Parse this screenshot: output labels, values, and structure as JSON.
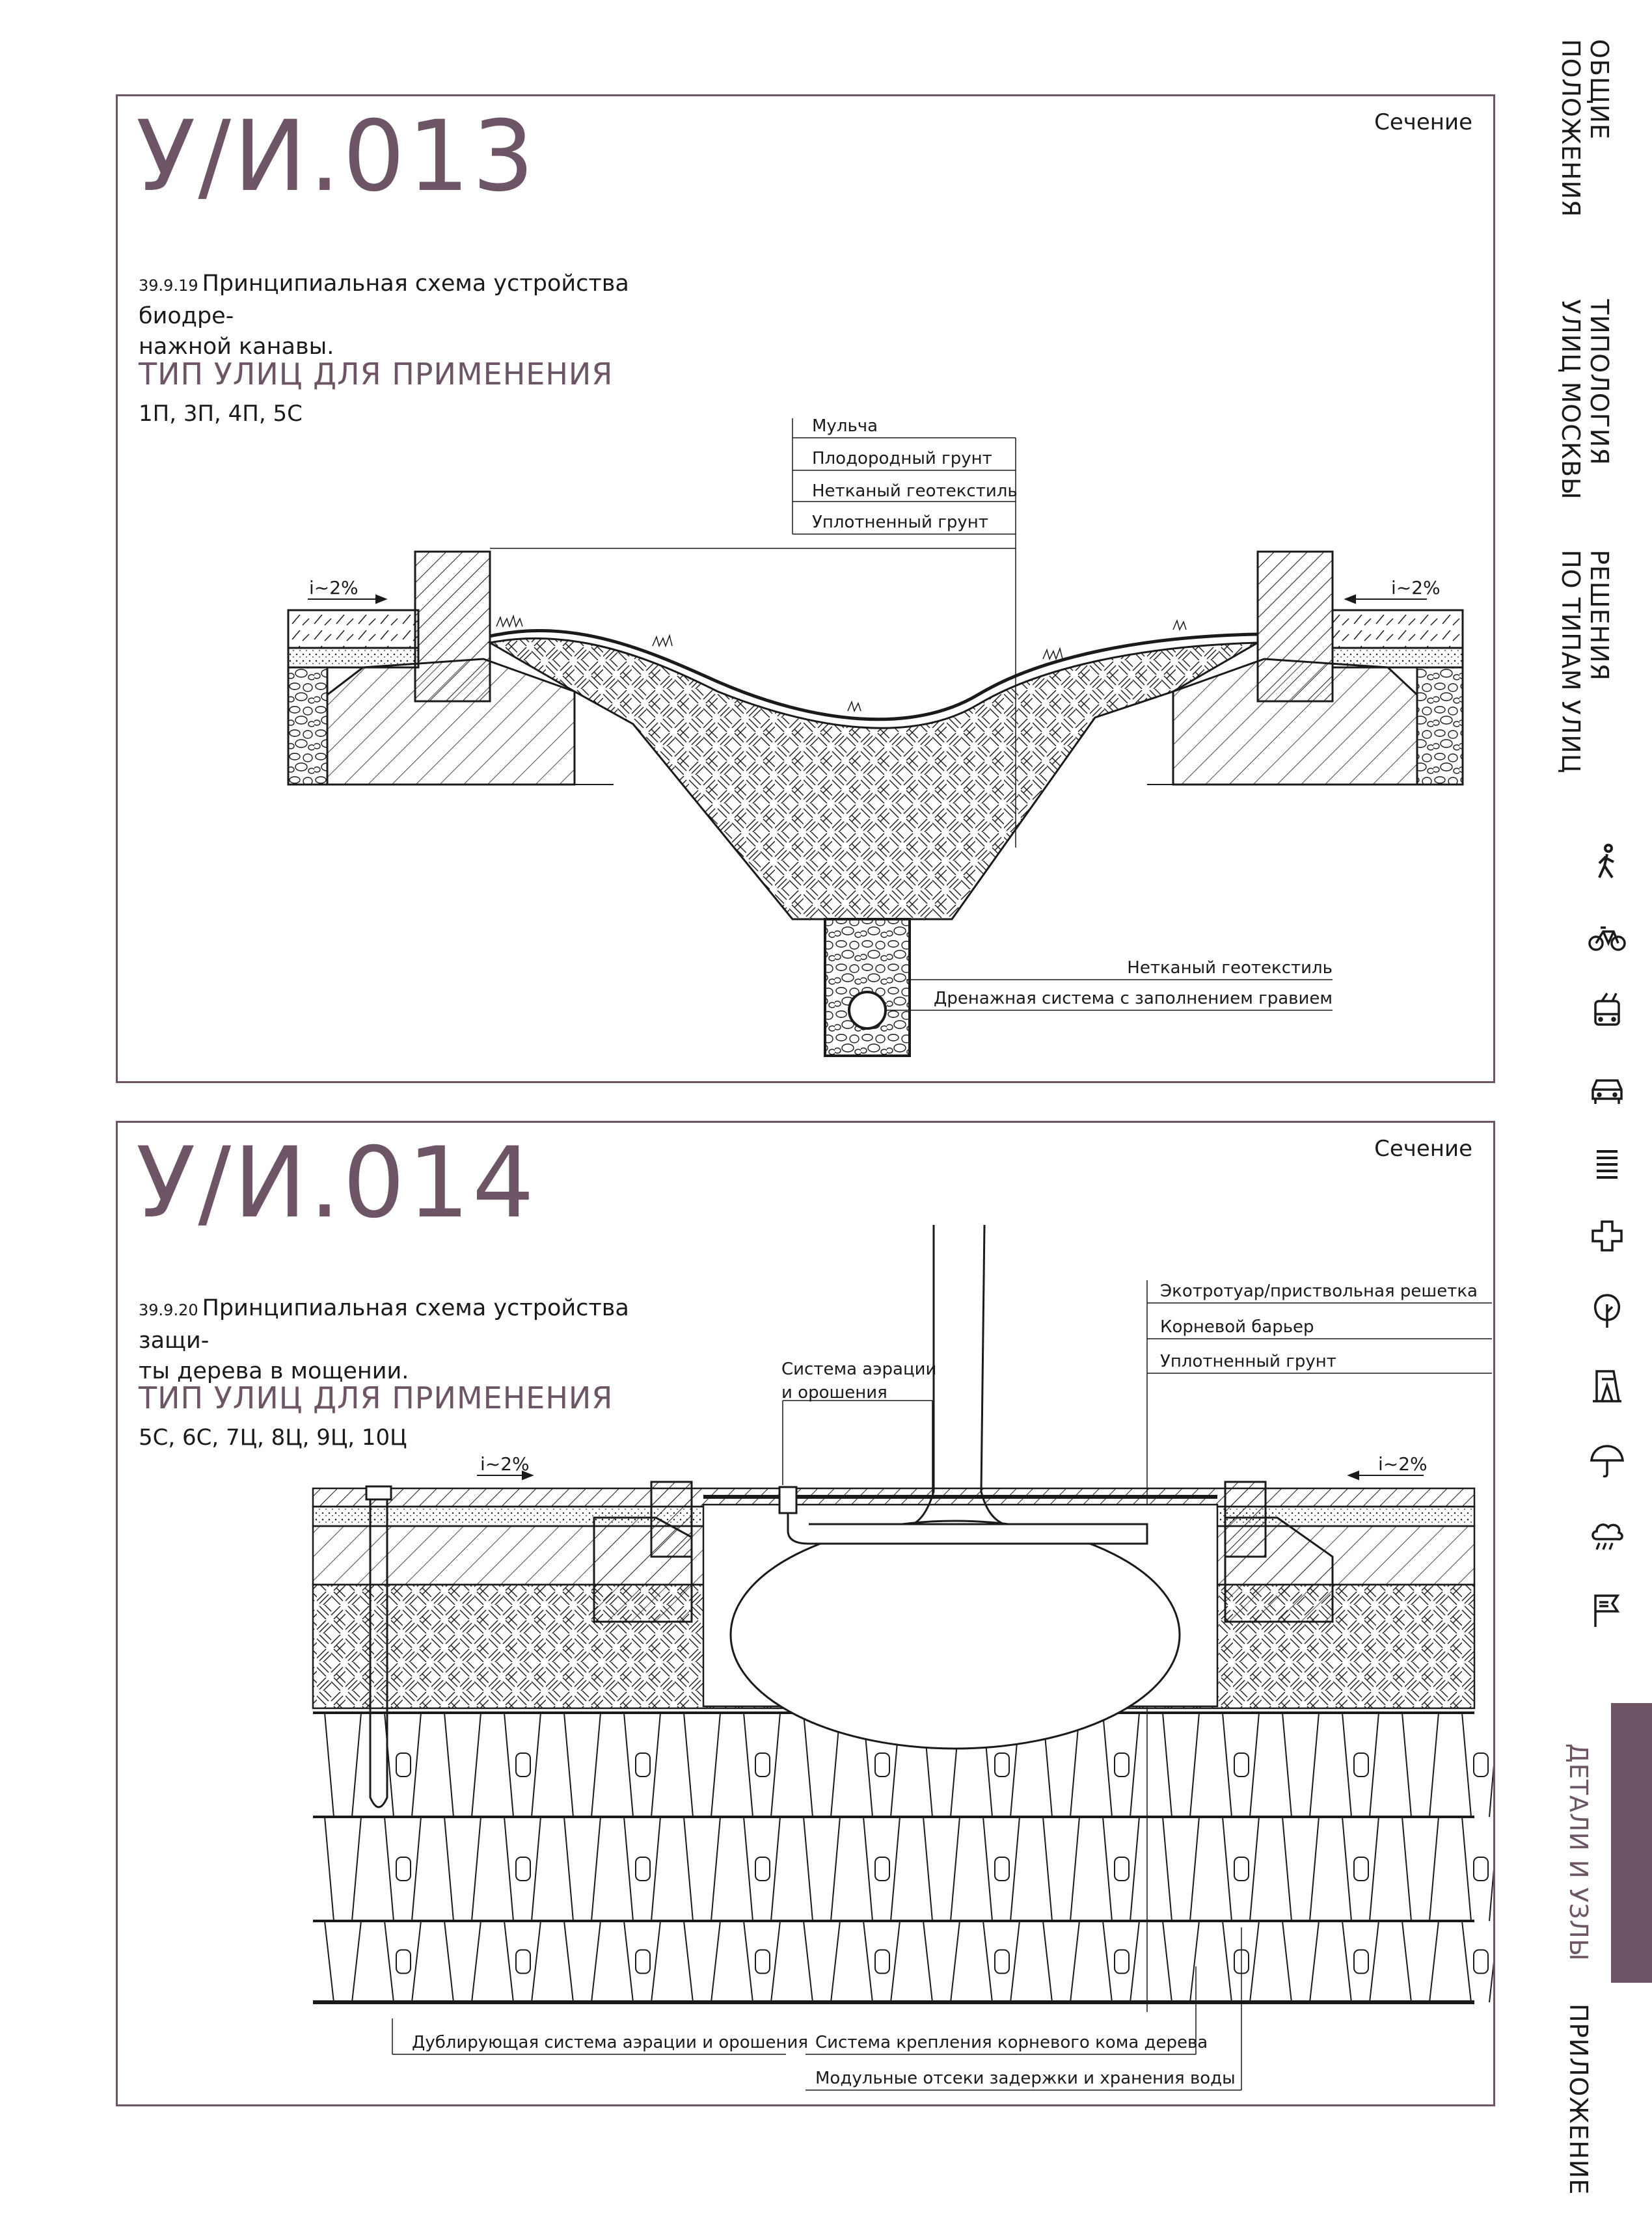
{
  "colors": {
    "accent": "#6d5566",
    "line": "#1a1a1a"
  },
  "panel1": {
    "code": "У/И.013",
    "section": "Сечение",
    "caption_num": "39.9.19",
    "caption_line1": "Принципиальная схема устройства биодре-",
    "caption_line2": "нажной канавы.",
    "type_heading": "ТИП УЛИЦ ДЛЯ ПРИМЕНЕНИЯ",
    "type_list": "1П, 3П, 4П, 5С",
    "slope_left": "i~2%",
    "slope_right": "i~2%",
    "labels": {
      "mulch": "Мульча",
      "fertile_soil": "Плодородный грунт",
      "geotextile": "Нетканый геотекстиль",
      "compacted_soil": "Уплотненный грунт",
      "geotextile_bottom": "Нетканый геотекстиль",
      "drainage": "Дренажная система с заполнением гравием"
    }
  },
  "panel2": {
    "code": "У/И.014",
    "section": "Сечение",
    "caption_num": "39.9.20",
    "caption_line1": "Принципиальная схема устройства защи-",
    "caption_line2": "ты дерева в мощении.",
    "type_heading": "ТИП УЛИЦ ДЛЯ ПРИМЕНЕНИЯ",
    "type_list": "5С, 6С, 7Ц, 8Ц, 9Ц, 10Ц",
    "slope_left": "i~2%",
    "slope_right": "i~2%",
    "labels": {
      "ecowalk": "Экотротуар/приствольная решетка",
      "root_barrier": "Корневой барьер",
      "compacted_soil": "Уплотненный грунт",
      "aeration_line1": "Система аэрации",
      "aeration_line2": "и орошения",
      "backup_aeration": "Дублирующая система аэрации и орошения",
      "root_fix": "Система крепления корневого кома дерева",
      "modules": "Модульные отсеки задержки и хранения воды"
    }
  },
  "nav": {
    "general": [
      "ОБЩИЕ",
      "ПОЛОЖЕНИЯ"
    ],
    "typology": [
      "ТИПОЛОГИЯ",
      "УЛИЦ МОСКВЫ"
    ],
    "solutions": [
      "РЕШЕНИЯ",
      "ПО ТИПАМ УЛИЦ"
    ],
    "details": "ДЕТАЛИ И УЗЛЫ",
    "appendix": "ПРИЛОЖЕНИЕ",
    "icons": [
      "pedestrian-icon",
      "bicycle-icon",
      "trolleybus-icon",
      "car-icon",
      "lanes-icon",
      "medical-cross-icon",
      "tree-icon",
      "tram-stop-icon",
      "umbrella-icon",
      "rain-cloud-icon",
      "flag-icon"
    ]
  }
}
